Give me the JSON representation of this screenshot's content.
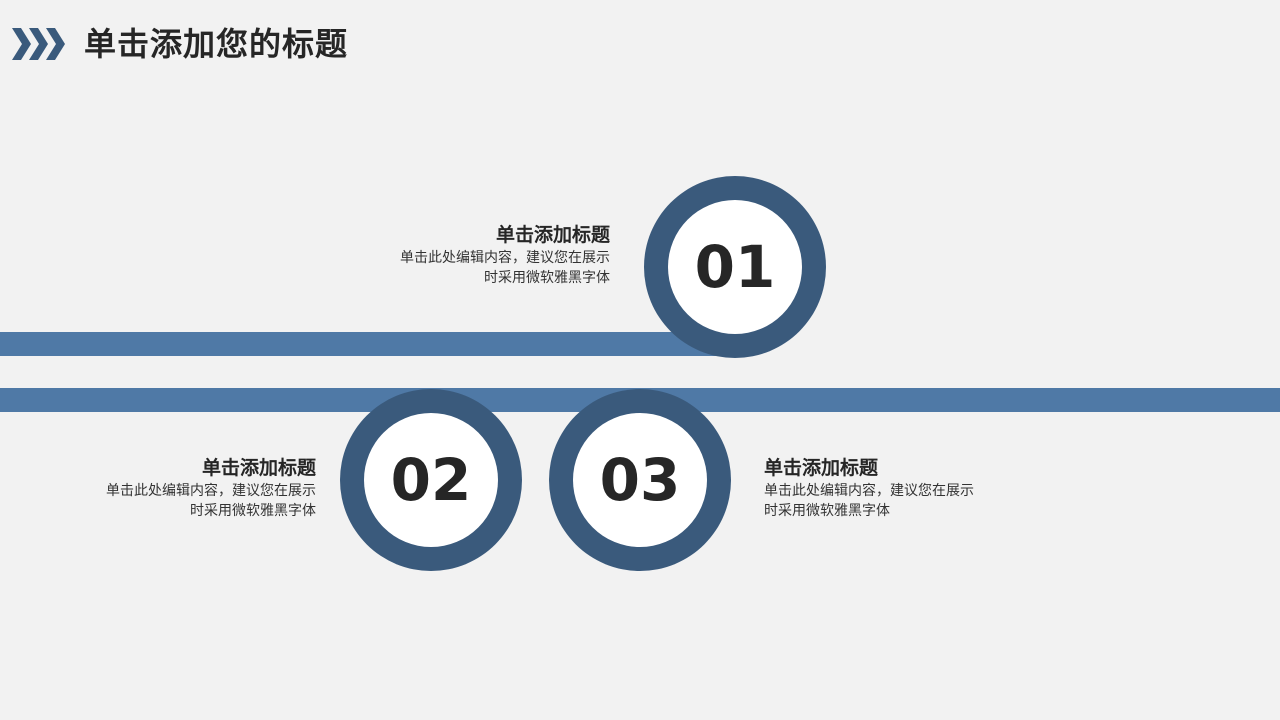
{
  "header": {
    "icon": "triple-chevron-right-icon",
    "title": "单击添加您的标题"
  },
  "colors": {
    "background": "#f2f2f2",
    "bar": "#4f79a6",
    "ring": "#3a5a7c",
    "text": "#262626"
  },
  "steps": [
    {
      "number": "01",
      "title": "单击添加标题",
      "desc_line1": "单击此处编辑内容，建议您在展示",
      "desc_line2": "时采用微软雅黑字体"
    },
    {
      "number": "02",
      "title": "单击添加标题",
      "desc_line1": "单击此处编辑内容，建议您在展示",
      "desc_line2": "时采用微软雅黑字体"
    },
    {
      "number": "03",
      "title": "单击添加标题",
      "desc_line1": "单击此处编辑内容，建议您在展示",
      "desc_line2": "时采用微软雅黑字体"
    }
  ]
}
